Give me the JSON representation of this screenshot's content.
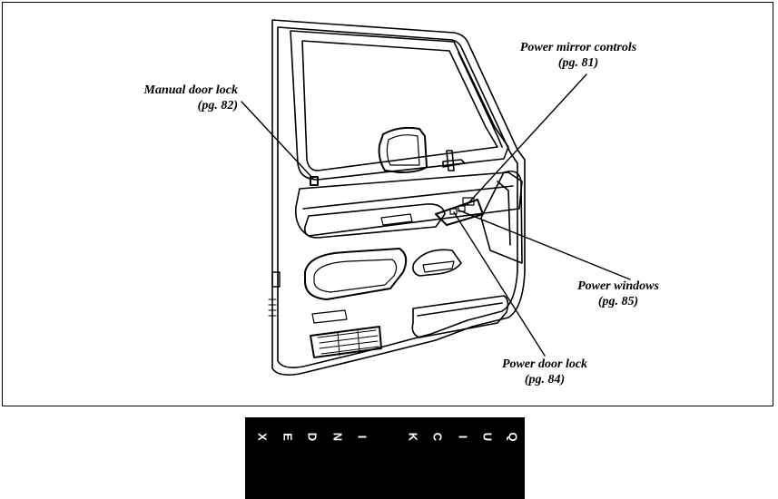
{
  "callouts": {
    "manual_door_lock": {
      "label": "Manual door lock",
      "page": "(pg. 82)"
    },
    "power_mirror_controls": {
      "label": "Power mirror controls",
      "page": "(pg. 81)"
    },
    "power_windows": {
      "label": "Power windows",
      "page": "(pg. 85)"
    },
    "power_door_lock": {
      "label": "Power door lock",
      "page": "(pg. 84)"
    }
  },
  "quick_index": {
    "letters": [
      "Q",
      "U",
      "I",
      "C",
      "K",
      "I",
      "N",
      "D",
      "E",
      "X"
    ]
  },
  "colors": {
    "line": "#000000",
    "background": "#ffffff",
    "tab": "#000000",
    "tab_text": "#ffffff"
  }
}
